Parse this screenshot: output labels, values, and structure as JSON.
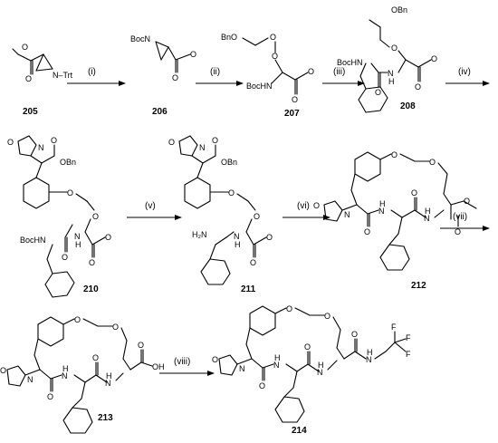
{
  "compounds": [
    {
      "id": "205"
    },
    {
      "id": "206"
    },
    {
      "id": "207"
    },
    {
      "id": "208"
    },
    {
      "id": "210"
    },
    {
      "id": "211"
    },
    {
      "id": "212"
    },
    {
      "id": "213"
    },
    {
      "id": "214"
    }
  ],
  "steps": [
    "(i)",
    "(ii)",
    "(iii)",
    "(iv)",
    "(v)",
    "(vi)",
    "(vii)",
    "(viii)"
  ],
  "atom_labels": {
    "trt": "N–Trt",
    "boc_n": "BocN",
    "bno": "BnO",
    "obn": "OBn",
    "bochn": "BocHN",
    "bochn_alt": "BocHN",
    "o": "O",
    "n": "N",
    "nh_h": "H",
    "h2n": "H₂N",
    "oh": "OH",
    "f": "F"
  }
}
